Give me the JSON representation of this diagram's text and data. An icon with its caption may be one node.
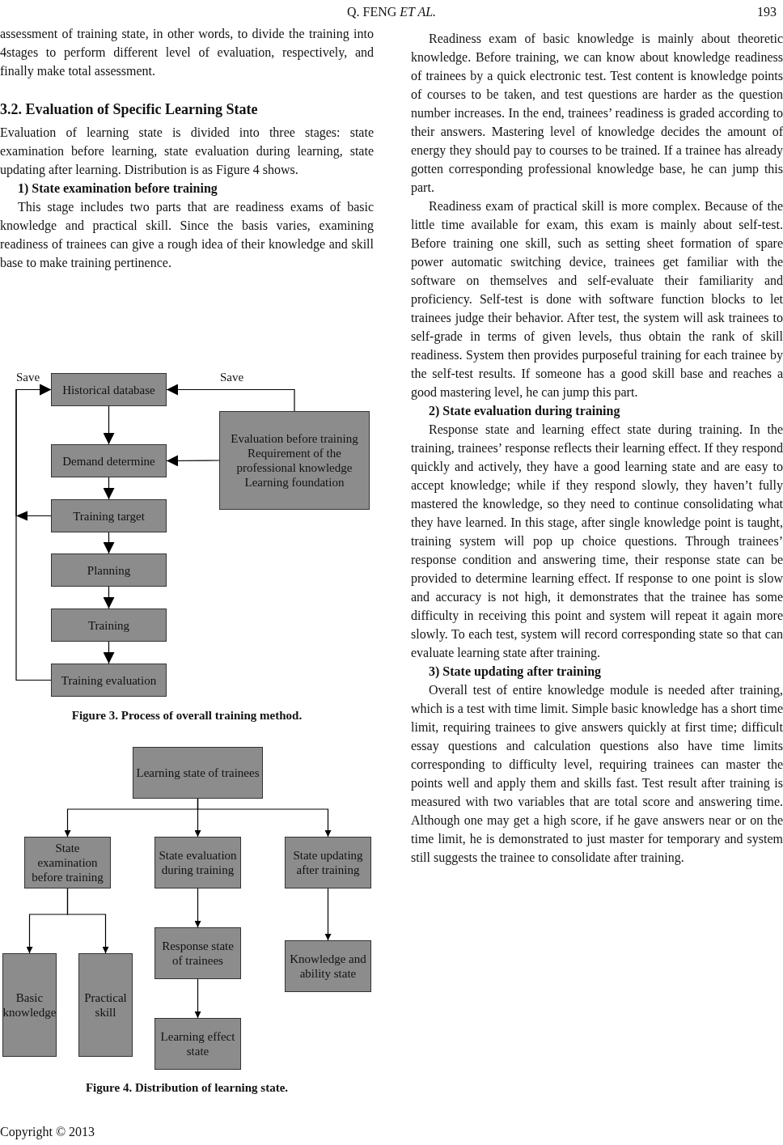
{
  "diagram": {
    "nodes": [
      {
        "text": [
          "Historical database"
        ]
      },
      {
        "text": [
          "Demand determine"
        ]
      },
      {
        "text": [
          "Training target"
        ]
      },
      {
        "text": [
          "Planning"
        ]
      },
      {
        "text": [
          "Training"
        ]
      },
      {
        "text": [
          "Training evaluation"
        ]
      },
      {
        "text": [
          "Evaluation before training",
          "Requirement of the professional knowledge",
          "Learning foundation"
        ]
      },
      {
        "text": [
          "Learning state of trainees"
        ]
      },
      {
        "text": [
          "State examination before training"
        ]
      },
      {
        "text": [
          "State evaluation during training"
        ]
      },
      {
        "text": [
          "State updating after training"
        ]
      },
      {
        "text": [
          "Basic knowledge"
        ]
      },
      {
        "text": [
          "Practical skill"
        ]
      },
      {
        "text": [
          "Response state of trainees"
        ]
      },
      {
        "text": [
          "Learning effect state"
        ]
      },
      {
        "text": [
          "Knowledge and ability state"
        ]
      }
    ],
    "edges": [
      {
        "from": 0,
        "to": 1,
        "arrow": "to"
      },
      {
        "from": 1,
        "to": 2,
        "arrow": "to"
      },
      {
        "from": 2,
        "to": 3,
        "arrow": "to"
      },
      {
        "from": 3,
        "to": 4,
        "arrow": "to"
      },
      {
        "from": 4,
        "to": 5,
        "arrow": "to"
      },
      {
        "from": 6,
        "to": 0,
        "arrow": "to",
        "label": "Save"
      },
      {
        "from": 6,
        "to": 1,
        "arrow": "to"
      },
      {
        "from": 5,
        "to": 0,
        "arrow": "to",
        "label": "Save"
      },
      {
        "from": 2,
        "to": 0,
        "arrow": "to"
      },
      {
        "from": 7,
        "to": 8,
        "arrow": "to"
      },
      {
        "from": 7,
        "to": 9,
        "arrow": "to"
      },
      {
        "from": 7,
        "to": 10,
        "arrow": "to"
      },
      {
        "from": 8,
        "to": 11,
        "arrow": "to"
      },
      {
        "from": 8,
        "to": 12,
        "arrow": "to"
      },
      {
        "from": 9,
        "to": 13,
        "arrow": "to"
      },
      {
        "from": 13,
        "to": 14,
        "arrow": "to"
      },
      {
        "from": 10,
        "to": 15,
        "arrow": "to"
      }
    ],
    "labels": [
      "Q. FENG *ET AL.*",
      "193",
      "assessment of training state, in other words, to divide the training into 4stages to perform different level of evaluation, respectively, and finally make total assessment.",
      "3.2. Evaluation of Specific Learning State",
      "Evaluation of learning state is divided into three stages: state examination before learning, state evaluation during learning, state updating after learning. Distribution is as Figure 4 shows.",
      "1) State examination before training",
      "This stage includes two parts that are readiness exams of basic knowledge and practical skill. Since the basis varies, examining readiness of trainees can give a rough idea of their knowledge and skill base to make training pertinence.",
      "Figure 3. Process of overall training method.",
      "Figure 4. Distribution of learning state.",
      "Readiness exam of basic knowledge is mainly about theoretic knowledge. Before training, we can know about knowledge readiness of trainees by a quick electronic test. Test content is knowledge points of courses to be taken, and test questions are harder as the question number increases. In the end, trainees’ readiness is graded according to their answers. Mastering level of knowledge decides the amount of energy they should pay to courses to be trained. If a trainee has already gotten corresponding professional knowledge base, he can jump this part.",
      "Readiness exam of practical skill is more complex. Because of the little time available for exam, this exam is mainly about self-test. Before training one skill, such as setting sheet formation of spare power automatic switching device, trainees get familiar with the software on themselves and self-evaluate their familiarity and proficiency. Self-test is done with software function blocks to let trainees judge their behavior. After test, the system will ask trainees to self-grade in terms of given levels, thus obtain the rank of skill readiness. System then provides purposeful training for each trainee by the self-test results. If someone has a good skill base and reaches a good mastering level, he can jump this part.",
      "2) State evaluation during training",
      "Response state and learning effect state during training. In the training, trainees’ response reflects their learning effect. If they respond quickly and actively, they have a good learning state and are easy to accept knowledge; while if they respond slowly, they haven’t fully mastered the knowledge, so they need to continue consolidating what they have learned. In this stage, after single knowledge point is taught, training system will pop up choice questions. Through trainees’ response condition and answering time, their response state can be provided to determine learning effect. If response to one point is slow and accuracy is not high, it demonstrates that the trainee has some difficulty in receiving this point and system will repeat it again more slowly. To each test, system will record corresponding state so that can evaluate learning state after training.",
      "3) State updating after training",
      "Overall test of entire knowledge module is needed after training, which is a test with time limit. Simple basic knowledge has a short time limit, requiring trainees to give answers quickly at first time; difficult essay questions and calculation questions also have time limits corresponding to difficulty level, requiring trainees can master the points well and apply them and skills fast. Test result after training is measured with two variables that are total score and answering time. Although one may get a high score, if he gave answers near or on the time limit, he is demonstrated to just master for temporary and system still suggests the trainee to consolidate after training.",
      "Copyright © 2013"
    ]
  }
}
